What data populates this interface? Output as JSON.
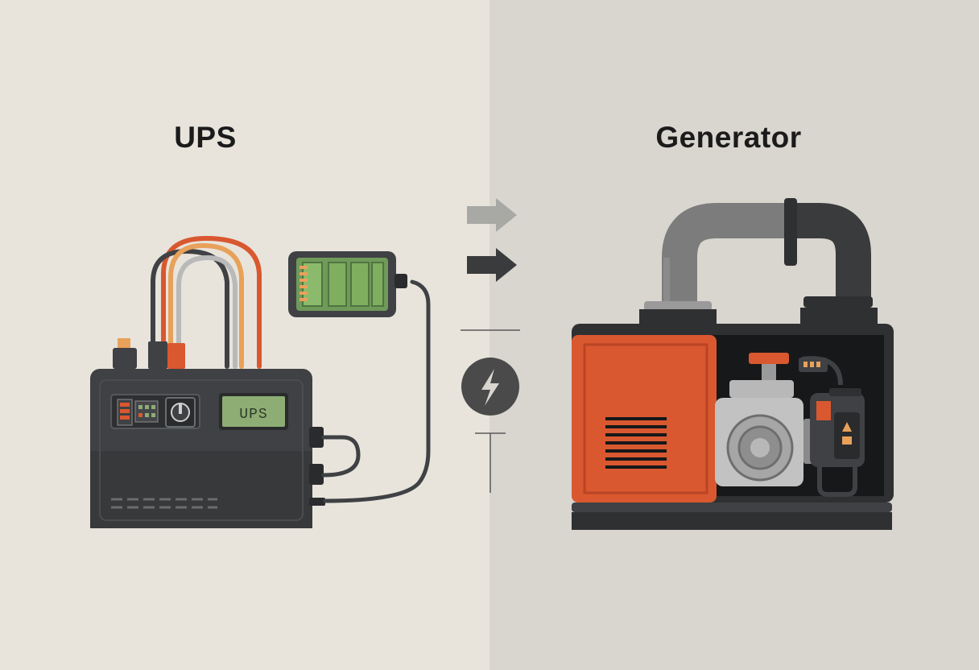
{
  "left_panel": {
    "title": "UPS",
    "device_screen_text": "UPS"
  },
  "right_panel": {
    "title": "Generator"
  },
  "icons": [
    "arrow-right-icon",
    "arrow-right-icon",
    "lightning-bolt-icon"
  ],
  "colors": {
    "left_background": "#e8e4dc",
    "right_background": "#d9d5cf",
    "device_body": "#3f4144",
    "accent_orange": "#d9582f",
    "screen_green": "#8dad74",
    "battery_green": "#6f9a5a",
    "pipe_grey": "#7c7c7c",
    "pipe_dark": "#3a3b3d"
  }
}
